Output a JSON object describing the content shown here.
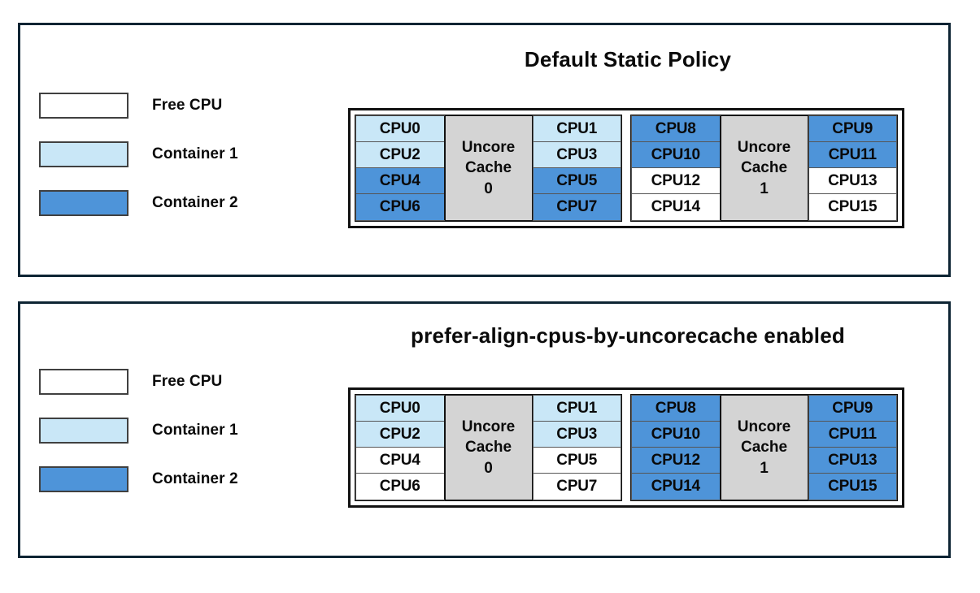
{
  "legend": {
    "items": [
      {
        "label": "Free CPU",
        "style": "free",
        "color": "#ffffff"
      },
      {
        "label": "Container 1",
        "style": "c1",
        "color": "#c9e7f7"
      },
      {
        "label": "Container 2",
        "style": "c2",
        "color": "#4e94d9"
      }
    ]
  },
  "panels": [
    {
      "title": "Default Static Policy",
      "groups": [
        {
          "cache_label_line1": "Uncore",
          "cache_label_line2": "Cache",
          "cache_index": "0",
          "left_column": [
            {
              "label": "CPU0",
              "state": "c1"
            },
            {
              "label": "CPU2",
              "state": "c1"
            },
            {
              "label": "CPU4",
              "state": "c2"
            },
            {
              "label": "CPU6",
              "state": "c2"
            }
          ],
          "right_column": [
            {
              "label": "CPU1",
              "state": "c1"
            },
            {
              "label": "CPU3",
              "state": "c1"
            },
            {
              "label": "CPU5",
              "state": "c2"
            },
            {
              "label": "CPU7",
              "state": "c2"
            }
          ]
        },
        {
          "cache_label_line1": "Uncore",
          "cache_label_line2": "Cache",
          "cache_index": "1",
          "left_column": [
            {
              "label": "CPU8",
              "state": "c2"
            },
            {
              "label": "CPU10",
              "state": "c2"
            },
            {
              "label": "CPU12",
              "state": "free"
            },
            {
              "label": "CPU14",
              "state": "free"
            }
          ],
          "right_column": [
            {
              "label": "CPU9",
              "state": "c2"
            },
            {
              "label": "CPU11",
              "state": "c2"
            },
            {
              "label": "CPU13",
              "state": "free"
            },
            {
              "label": "CPU15",
              "state": "free"
            }
          ]
        }
      ]
    },
    {
      "title": "prefer-align-cpus-by-uncorecache enabled",
      "groups": [
        {
          "cache_label_line1": "Uncore",
          "cache_label_line2": "Cache",
          "cache_index": "0",
          "left_column": [
            {
              "label": "CPU0",
              "state": "c1"
            },
            {
              "label": "CPU2",
              "state": "c1"
            },
            {
              "label": "CPU4",
              "state": "free"
            },
            {
              "label": "CPU6",
              "state": "free"
            }
          ],
          "right_column": [
            {
              "label": "CPU1",
              "state": "c1"
            },
            {
              "label": "CPU3",
              "state": "c1"
            },
            {
              "label": "CPU5",
              "state": "free"
            },
            {
              "label": "CPU7",
              "state": "free"
            }
          ]
        },
        {
          "cache_label_line1": "Uncore",
          "cache_label_line2": "Cache",
          "cache_index": "1",
          "left_column": [
            {
              "label": "CPU8",
              "state": "c2"
            },
            {
              "label": "CPU10",
              "state": "c2"
            },
            {
              "label": "CPU12",
              "state": "c2"
            },
            {
              "label": "CPU14",
              "state": "c2"
            }
          ],
          "right_column": [
            {
              "label": "CPU9",
              "state": "c2"
            },
            {
              "label": "CPU11",
              "state": "c2"
            },
            {
              "label": "CPU13",
              "state": "c2"
            },
            {
              "label": "CPU15",
              "state": "c2"
            }
          ]
        }
      ]
    }
  ]
}
